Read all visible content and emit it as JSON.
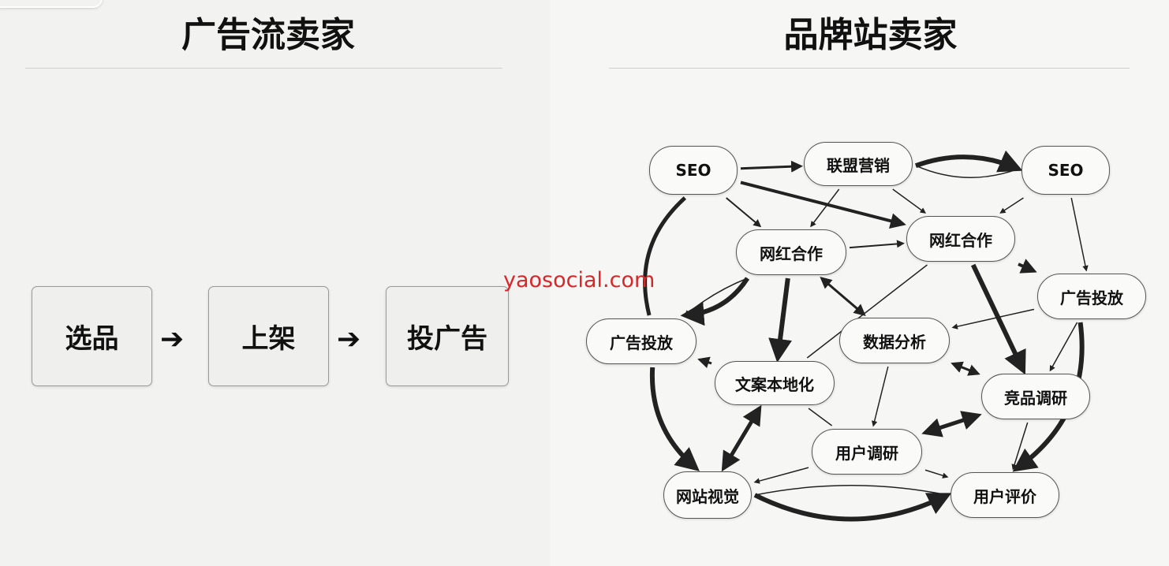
{
  "left_panel": {
    "title": "广告流卖家",
    "steps": [
      "选品",
      "上架",
      "投广告"
    ],
    "arrow": "➔"
  },
  "right_panel": {
    "title": "品牌站卖家",
    "nodes": [
      {
        "id": "seo1",
        "label": "SEO"
      },
      {
        "id": "lm",
        "label": "联盟营销"
      },
      {
        "id": "seo2",
        "label": "SEO"
      },
      {
        "id": "wh1",
        "label": "网红合作"
      },
      {
        "id": "wh2",
        "label": "网红合作"
      },
      {
        "id": "ggR",
        "label": "广告投放"
      },
      {
        "id": "ggL",
        "label": "广告投放"
      },
      {
        "id": "sj",
        "label": "数据分析"
      },
      {
        "id": "wa",
        "label": "文案本地化"
      },
      {
        "id": "jp",
        "label": "竞品调研"
      },
      {
        "id": "yh",
        "label": "用户调研"
      },
      {
        "id": "wz",
        "label": "网站视觉"
      },
      {
        "id": "pj",
        "label": "用户评价"
      }
    ],
    "edges": [
      {
        "from": "seo1",
        "to": "lm",
        "w": 3
      },
      {
        "from": "lm",
        "to": "seo2",
        "w": 6,
        "curve": -20
      },
      {
        "from": "lm",
        "to": "seo2",
        "w": 1.5,
        "curve": 20,
        "noarrow": true
      },
      {
        "from": "seo1",
        "to": "wh1",
        "w": 2
      },
      {
        "from": "seo1",
        "to": "wh2",
        "w": 4
      },
      {
        "from": "lm",
        "to": "wh1",
        "w": 1.5
      },
      {
        "from": "lm",
        "to": "wh2",
        "w": 1.5
      },
      {
        "from": "seo2",
        "to": "wh2",
        "w": 1.5
      },
      {
        "from": "seo2",
        "to": "ggR",
        "w": 1.5
      },
      {
        "from": "wh1",
        "to": "wh2",
        "w": 2
      },
      {
        "from": "wh2",
        "to": "ggR",
        "w": 4
      },
      {
        "from": "wh1",
        "to": "ggL",
        "w": 6,
        "curve": -25
      },
      {
        "from": "wh1",
        "to": "ggL",
        "w": 1.5,
        "curve": 8
      },
      {
        "from": "wh1",
        "to": "wa",
        "w": 6
      },
      {
        "from": "wh1",
        "to": "sj",
        "w": 3,
        "both": true
      },
      {
        "from": "wh2",
        "to": "jp",
        "w": 6
      },
      {
        "from": "wh2",
        "to": "wa",
        "w": 1.5,
        "noarrow": true
      },
      {
        "from": "ggR",
        "to": "sj",
        "w": 1.5
      },
      {
        "from": "ggR",
        "to": "jp",
        "w": 1.5
      },
      {
        "from": "ggR",
        "to": "pj",
        "w": 6,
        "curve": -30
      },
      {
        "from": "seo1",
        "to": "ggL",
        "w": 5,
        "curve": 30,
        "noarrow": true
      },
      {
        "from": "wa",
        "to": "ggL",
        "w": 3
      },
      {
        "from": "ggL",
        "to": "wz",
        "w": 6,
        "curve": 25
      },
      {
        "from": "sj",
        "to": "jp",
        "w": 3,
        "both": true
      },
      {
        "from": "sj",
        "to": "yh",
        "w": 1.5
      },
      {
        "from": "jp",
        "to": "yh",
        "w": 5,
        "both": true
      },
      {
        "from": "jp",
        "to": "pj",
        "w": 1.5
      },
      {
        "from": "wa",
        "to": "wz",
        "w": 5,
        "both": true
      },
      {
        "from": "yh",
        "to": "wz",
        "w": 1.5
      },
      {
        "from": "yh",
        "to": "pj",
        "w": 1.5
      },
      {
        "from": "wz",
        "to": "pj",
        "w": 6,
        "curve": 25
      },
      {
        "from": "wz",
        "to": "pj",
        "w": 1.5,
        "curve": -10,
        "noarrow": true
      },
      {
        "from": "ggL",
        "to": "wa",
        "w": 1.5,
        "noarrow": true
      },
      {
        "from": "wa",
        "to": "yh",
        "w": 1.5,
        "noarrow": true
      }
    ]
  },
  "watermark": "yaosocial.com"
}
